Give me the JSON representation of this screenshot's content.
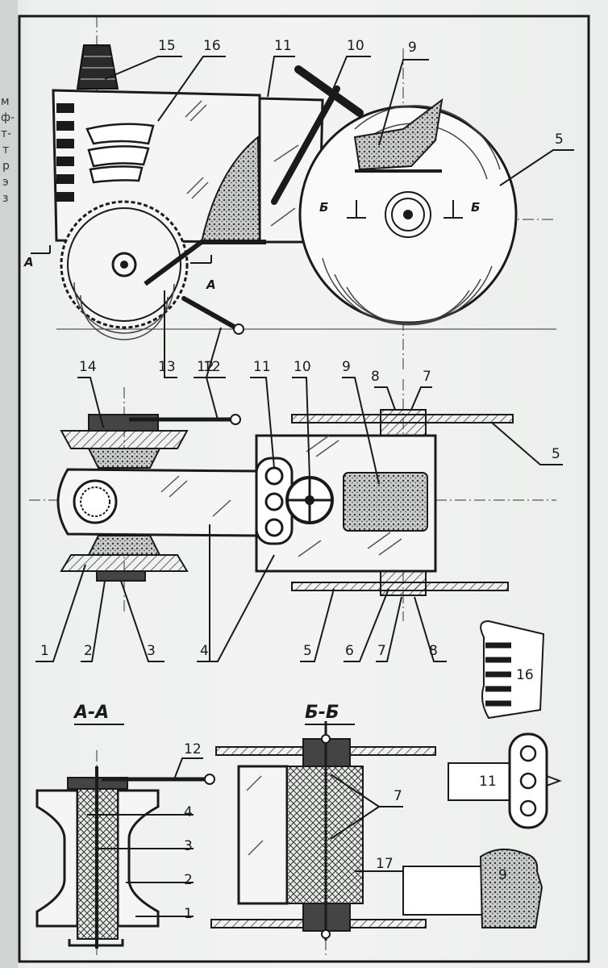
{
  "margin_text": [
    "м",
    "ф-",
    "т-",
    "т",
    "р",
    "э",
    "з"
  ],
  "labels": {
    "side_view": [
      "15",
      "16",
      "11",
      "10",
      "9",
      "5",
      "13",
      "12"
    ],
    "top_view": [
      "14",
      "12",
      "11",
      "10",
      "9",
      "8",
      "7",
      "5",
      "1",
      "2",
      "3",
      "4",
      "5",
      "6",
      "7",
      "8"
    ],
    "section_aa": [
      "12",
      "4",
      "3",
      "2",
      "1"
    ],
    "section_bb": [
      "7",
      "17"
    ],
    "details": [
      "16",
      "11",
      "9"
    ]
  },
  "cut_marks": {
    "a_left": "А",
    "a_right": "А",
    "b_left": "Б",
    "b_right": "Б"
  },
  "sections": {
    "aa": "А-А",
    "bb": "Б-Б"
  }
}
